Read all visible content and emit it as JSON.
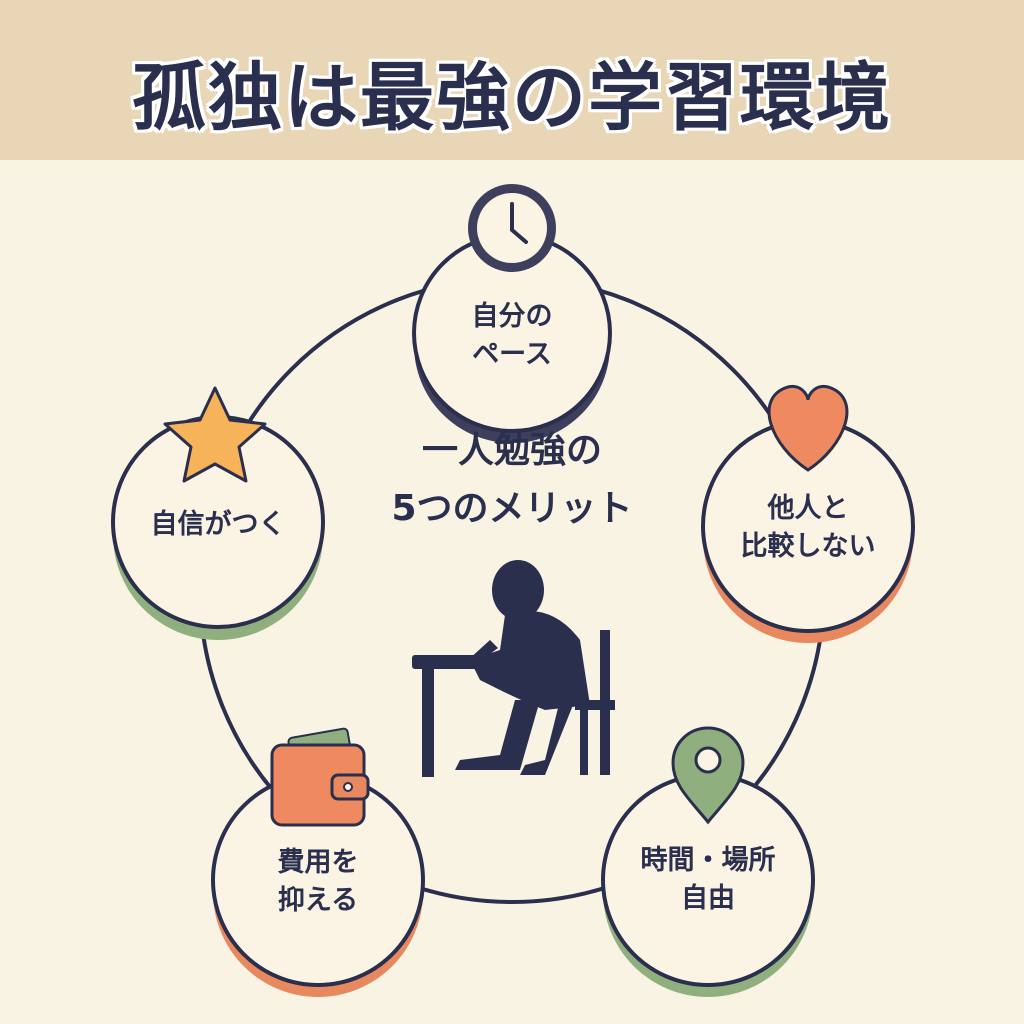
{
  "header": {
    "title": "孤独は最強の学習環境"
  },
  "center": {
    "line1": "一人勉強の",
    "line2": "5つのメリット"
  },
  "benefits": [
    {
      "icon": "clock-icon",
      "line1": "自分の",
      "line2": "ペース",
      "accent": "#3d3f5c"
    },
    {
      "icon": "heart-icon",
      "line1": "他人と",
      "line2": "比較しない",
      "accent": "#e8885f"
    },
    {
      "icon": "map-pin-icon",
      "line1": "時間・場所",
      "line2": "自由",
      "accent": "#8fb07e"
    },
    {
      "icon": "wallet-icon",
      "line1": "費用を",
      "line2": "抑える",
      "accent": "#e8885f"
    },
    {
      "icon": "star-icon",
      "line1": "自信がつく",
      "line2": "",
      "accent": "#8fb07e"
    }
  ],
  "colors": {
    "background": "#f9f3e3",
    "header": "#e8d6b6",
    "ink": "#2b2f4e",
    "disc": "#fbf4e4"
  }
}
